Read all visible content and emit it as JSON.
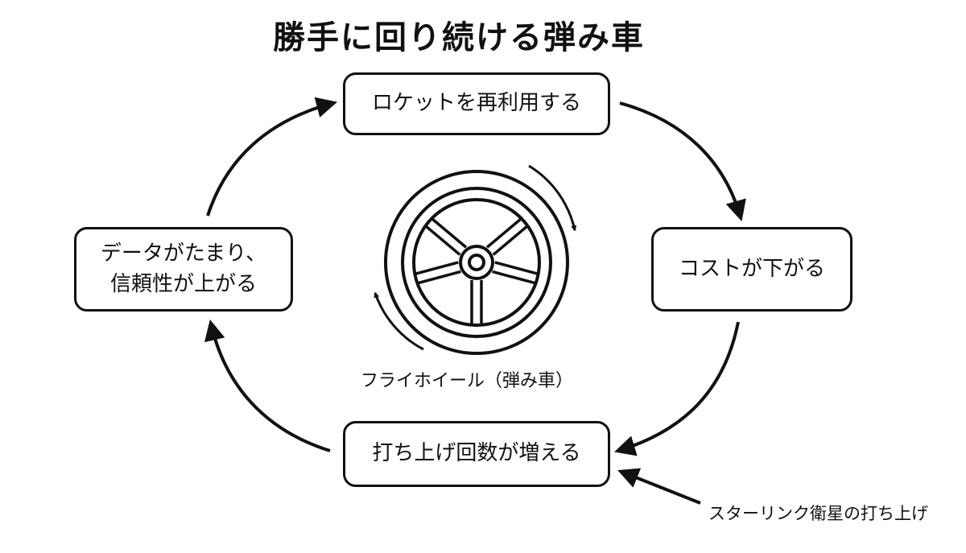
{
  "title": "勝手に回り続ける弾み車",
  "cycle": [
    {
      "label": "ロケットを再利用する"
    },
    {
      "label": "コストが下がる"
    },
    {
      "label": "打ち上げ回数が増える"
    },
    {
      "label": "データがたまり、\n信頼性が上がる"
    }
  ],
  "center_label": "フライホイール（弾み車）",
  "external_input": "スターリンク衛星の打ち上げ",
  "colors": {
    "stroke": "#111111",
    "background": "#ffffff"
  },
  "icons": [
    "flywheel-icon",
    "rotation-arrow-icon"
  ]
}
